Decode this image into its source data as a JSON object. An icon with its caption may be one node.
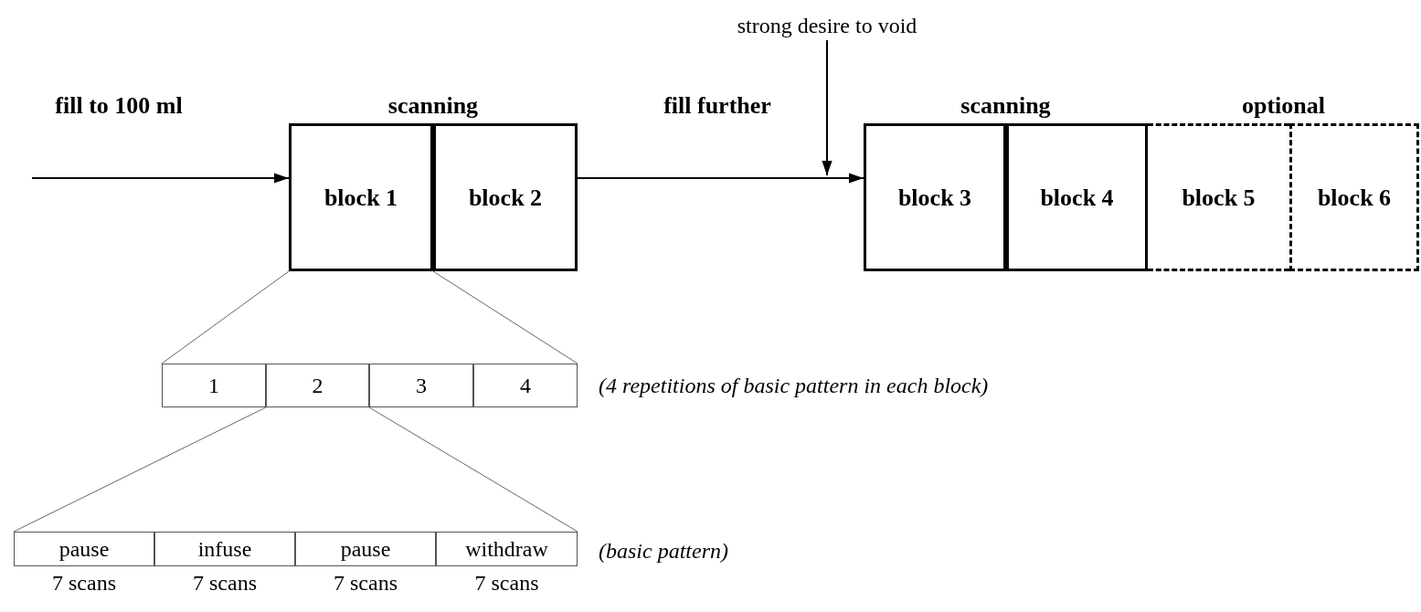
{
  "diagram": {
    "nodes": [
      {
        "text": [
          "block 1"
        ]
      },
      {
        "text": [
          "block 2"
        ]
      },
      {
        "text": [
          "block 3"
        ]
      },
      {
        "text": [
          "block 4"
        ]
      },
      {
        "text": [
          "block 5"
        ]
      },
      {
        "text": [
          "block 6"
        ]
      },
      {
        "text": [
          "1"
        ]
      },
      {
        "text": [
          "2"
        ]
      },
      {
        "text": [
          "3"
        ]
      },
      {
        "text": [
          "4"
        ]
      },
      {
        "text": [
          "pause"
        ],
        "beside": [
          "7 scans"
        ]
      },
      {
        "text": [
          "infuse"
        ],
        "beside": [
          "7 scans"
        ]
      },
      {
        "text": [
          "pause"
        ],
        "beside": [
          "7 scans"
        ]
      },
      {
        "text": [
          "withdraw"
        ],
        "beside": [
          "7 scans"
        ]
      },
      {
        "text": [
          "strong desire to void"
        ]
      }
    ],
    "edges": [
      {
        "from": null,
        "to": 0,
        "arrow": "to",
        "label": "fill to 100 ml",
        "color": "#000000"
      },
      {
        "from": 1,
        "to": 2,
        "arrow": "to",
        "label": "fill further",
        "color": "#000000"
      },
      {
        "from": 14,
        "to": 2,
        "arrow": "to",
        "color": "#000000"
      },
      {
        "from": 0,
        "to": 6,
        "arrow": "none"
      },
      {
        "from": 0,
        "to": 9,
        "arrow": "none"
      },
      {
        "from": 7,
        "to": 10,
        "arrow": "none"
      },
      {
        "from": 7,
        "to": 13,
        "arrow": "none"
      }
    ],
    "labels": [
      "scanning",
      "scanning",
      "optional",
      "(4 repetitions of basic pattern in each block)",
      "(basic pattern)"
    ]
  }
}
